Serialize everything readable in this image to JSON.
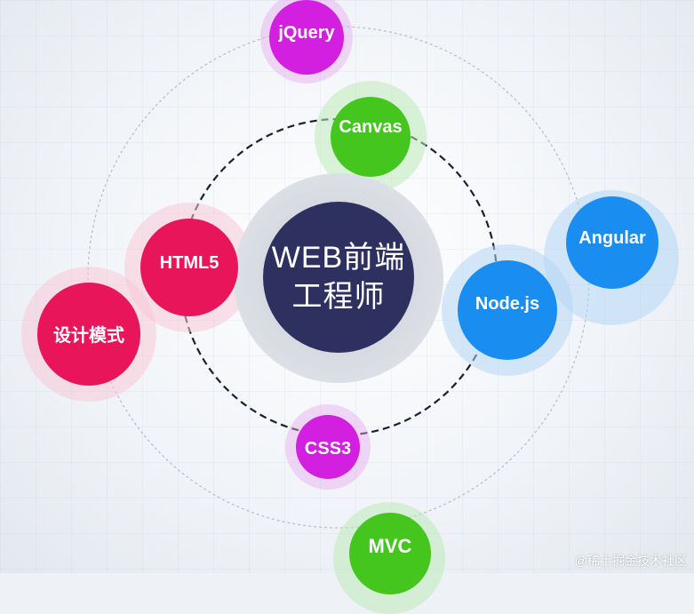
{
  "center": {
    "line1": "WEB前端",
    "line2": "工程师",
    "color": "#2e3160"
  },
  "nodes": {
    "jquery": {
      "label": "jQuery",
      "color": "#d21fe0"
    },
    "canvas": {
      "label": "Canvas",
      "color": "#44c61f"
    },
    "angular": {
      "label": "Angular",
      "color": "#1a8ef0"
    },
    "nodejs": {
      "label": "Node.js",
      "color": "#1a8ef0"
    },
    "html5": {
      "label": "HTML5",
      "color": "#e8155a"
    },
    "design": {
      "label": "设计模式",
      "color": "#e8155a"
    },
    "css3": {
      "label": "CSS3",
      "color": "#d21fe0"
    },
    "mvc": {
      "label": "MVC",
      "color": "#44c61f"
    }
  },
  "watermark": "@稀土掘金技术社区"
}
